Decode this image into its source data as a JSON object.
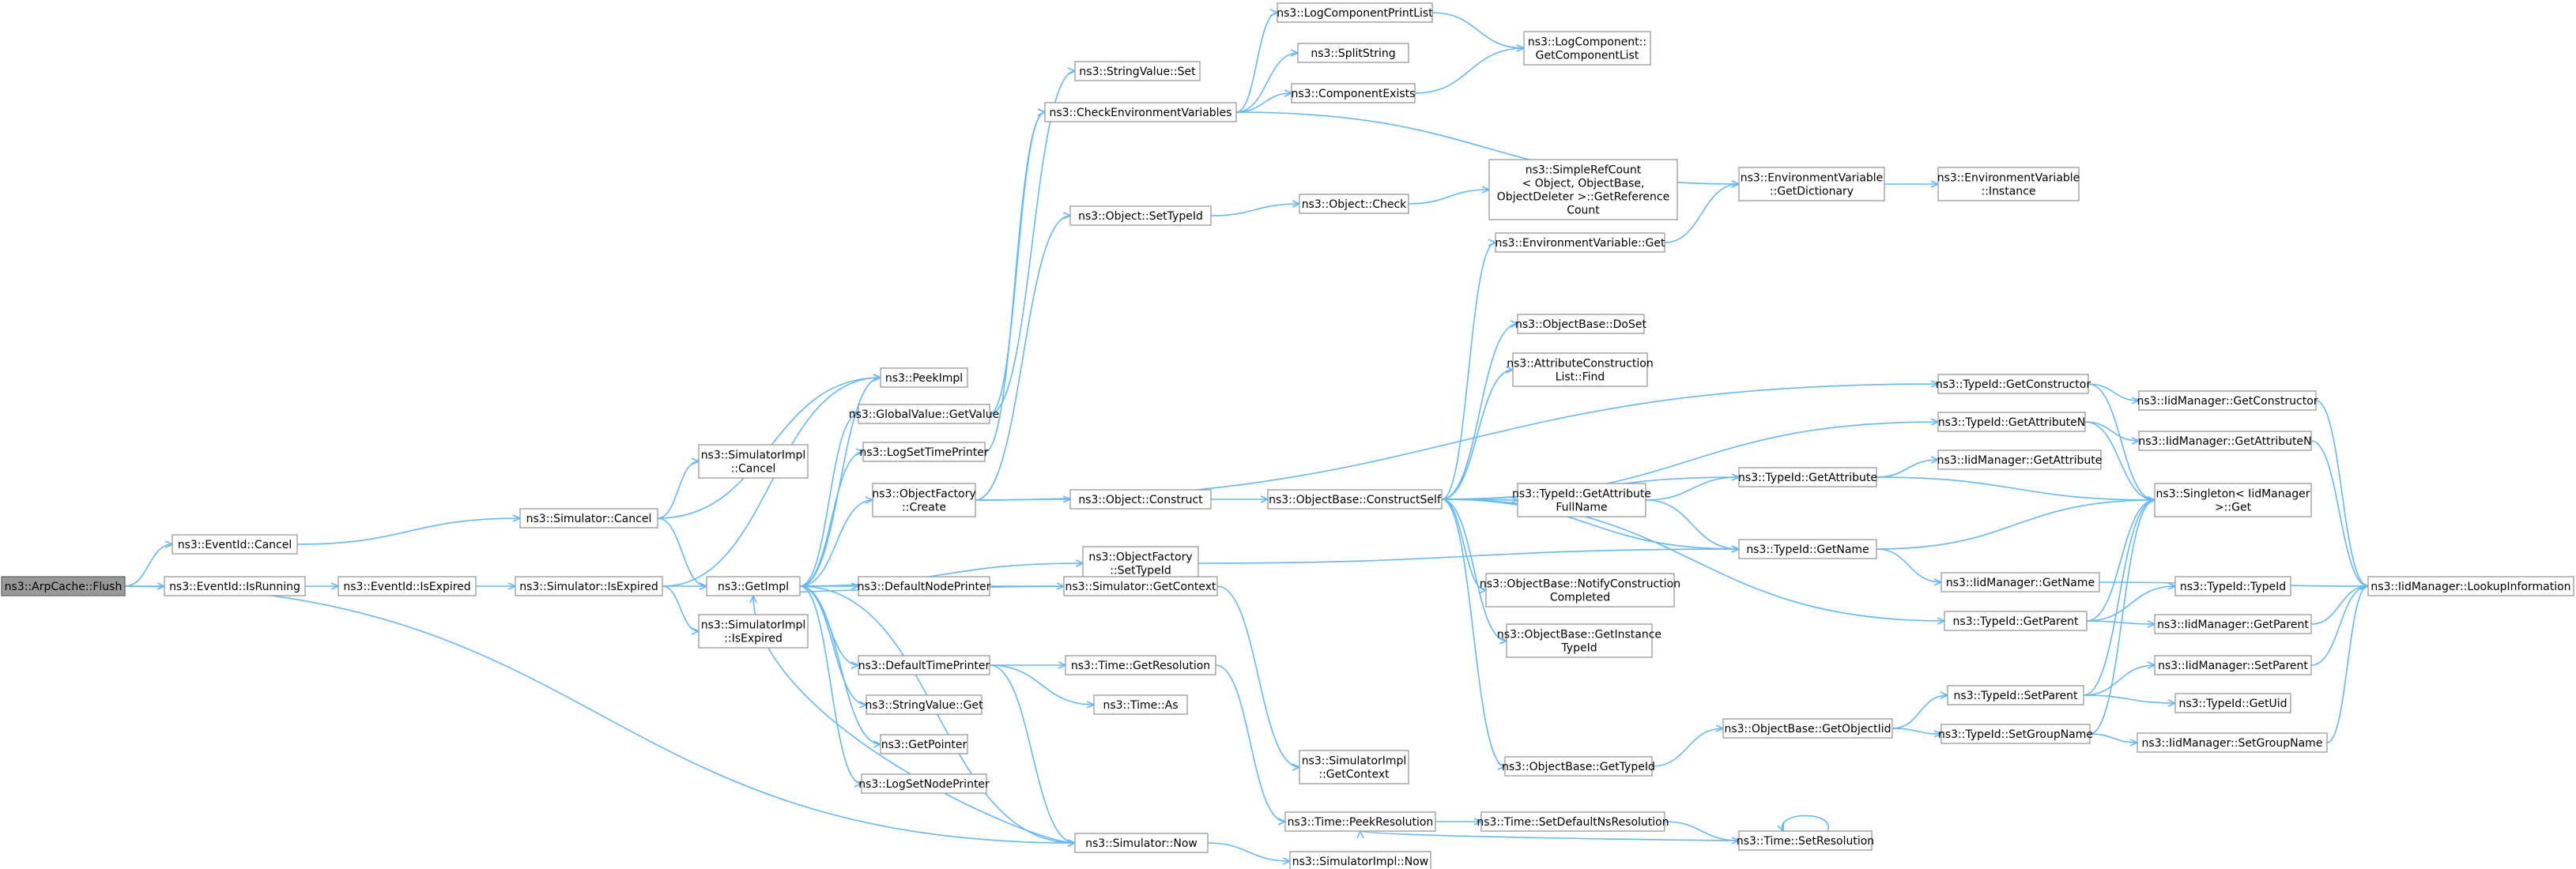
{
  "diagram": {
    "edge_color": "#63b8ff",
    "node_border": "#999999",
    "root_fill": "#999999",
    "nodes": [
      {
        "id": "flush",
        "lines": [
          "ns3::ArpCache::Flush"
        ],
        "root": true
      },
      {
        "id": "evcancel",
        "lines": [
          "ns3::EventId::Cancel"
        ]
      },
      {
        "id": "evrunning",
        "lines": [
          "ns3::EventId::IsRunning"
        ]
      },
      {
        "id": "evexpired",
        "lines": [
          "ns3::EventId::IsExpired"
        ]
      },
      {
        "id": "simcancel",
        "lines": [
          "ns3::Simulator::Cancel"
        ]
      },
      {
        "id": "simexpired",
        "lines": [
          "ns3::Simulator::IsExpired"
        ]
      },
      {
        "id": "simimplcancel",
        "lines": [
          "ns3::SimulatorImpl",
          "::Cancel"
        ]
      },
      {
        "id": "simimplexpired",
        "lines": [
          "ns3::SimulatorImpl",
          "::IsExpired"
        ]
      },
      {
        "id": "getimpl",
        "lines": [
          "ns3::GetImpl"
        ]
      },
      {
        "id": "peekimpl",
        "lines": [
          "ns3::PeekImpl"
        ]
      },
      {
        "id": "gvgetvalue",
        "lines": [
          "ns3::GlobalValue::GetValue"
        ]
      },
      {
        "id": "logsettime",
        "lines": [
          "ns3::LogSetTimePrinter"
        ]
      },
      {
        "id": "ofcreate",
        "lines": [
          "ns3::ObjectFactory",
          "::Create"
        ]
      },
      {
        "id": "defnodeprinter",
        "lines": [
          "ns3::DefaultNodePrinter"
        ]
      },
      {
        "id": "deftimeprinter",
        "lines": [
          "ns3::DefaultTimePrinter"
        ]
      },
      {
        "id": "svget",
        "lines": [
          "ns3::StringValue::Get"
        ]
      },
      {
        "id": "getpointer",
        "lines": [
          "ns3::GetPointer"
        ]
      },
      {
        "id": "logsetnode",
        "lines": [
          "ns3::LogSetNodePrinter"
        ]
      },
      {
        "id": "simnow",
        "lines": [
          "ns3::Simulator::Now"
        ]
      },
      {
        "id": "svset",
        "lines": [
          "ns3::StringValue::Set"
        ]
      },
      {
        "id": "checkenv",
        "lines": [
          "ns3::CheckEnvironmentVariables"
        ]
      },
      {
        "id": "objsettypeid",
        "lines": [
          "ns3::Object::SetTypeId"
        ]
      },
      {
        "id": "objconstruct",
        "lines": [
          "ns3::Object::Construct"
        ]
      },
      {
        "id": "ofsettypeid",
        "lines": [
          "ns3::ObjectFactory",
          "::SetTypeId"
        ]
      },
      {
        "id": "simgetcontext",
        "lines": [
          "ns3::Simulator::GetContext"
        ]
      },
      {
        "id": "timegetres",
        "lines": [
          "ns3::Time::GetResolution"
        ]
      },
      {
        "id": "timeas",
        "lines": [
          "ns3::Time::As"
        ]
      },
      {
        "id": "simimplgetctx",
        "lines": [
          "ns3::SimulatorImpl",
          "::GetContext"
        ]
      },
      {
        "id": "timepeekres",
        "lines": [
          "ns3::Time::PeekResolution"
        ]
      },
      {
        "id": "simimplnow",
        "lines": [
          "ns3::SimulatorImpl::Now"
        ]
      },
      {
        "id": "logcompprint",
        "lines": [
          "ns3::LogComponentPrintList"
        ]
      },
      {
        "id": "splitstring",
        "lines": [
          "ns3::SplitString"
        ]
      },
      {
        "id": "compexists",
        "lines": [
          "ns3::ComponentExists"
        ]
      },
      {
        "id": "objcheck",
        "lines": [
          "ns3::Object::Check"
        ]
      },
      {
        "id": "obconstructself",
        "lines": [
          "ns3::ObjectBase::ConstructSelf"
        ]
      },
      {
        "id": "timesetdefault",
        "lines": [
          "ns3::Time::SetDefaultNsResolution"
        ]
      },
      {
        "id": "timesetres",
        "lines": [
          "ns3::Time::SetResolution"
        ]
      },
      {
        "id": "logcompgetlist",
        "lines": [
          "ns3::LogComponent::",
          "GetComponentList"
        ]
      },
      {
        "id": "simplerefcount",
        "lines": [
          "ns3::SimpleRefCount",
          "< Object, ObjectBase,",
          "ObjectDeleter >::GetReference",
          "Count"
        ]
      },
      {
        "id": "envget",
        "lines": [
          "ns3::EnvironmentVariable::Get"
        ]
      },
      {
        "id": "obdoset",
        "lines": [
          "ns3::ObjectBase::DoSet"
        ]
      },
      {
        "id": "attrconstfind",
        "lines": [
          "ns3::AttributeConstruction",
          "List::Find"
        ]
      },
      {
        "id": "tidgetattrfull",
        "lines": [
          "ns3::TypeId::GetAttribute",
          "FullName"
        ]
      },
      {
        "id": "obnotify",
        "lines": [
          "ns3::ObjectBase::NotifyConstruction",
          "Completed"
        ]
      },
      {
        "id": "obgetinst",
        "lines": [
          "ns3::ObjectBase::GetInstance",
          "TypeId"
        ]
      },
      {
        "id": "obgettypeid",
        "lines": [
          "ns3::ObjectBase::GetTypeId"
        ]
      },
      {
        "id": "envgetdict",
        "lines": [
          "ns3::EnvironmentVariable",
          "::GetDictionary"
        ]
      },
      {
        "id": "tidgetattr",
        "lines": [
          "ns3::TypeId::GetAttribute"
        ]
      },
      {
        "id": "tidgetname",
        "lines": [
          "ns3::TypeId::GetName"
        ]
      },
      {
        "id": "obgetobjectiid",
        "lines": [
          "ns3::ObjectBase::GetObjectIid"
        ]
      },
      {
        "id": "envinstance",
        "lines": [
          "ns3::EnvironmentVariable",
          "::Instance"
        ]
      },
      {
        "id": "tidgetctor",
        "lines": [
          "ns3::TypeId::GetConstructor"
        ]
      },
      {
        "id": "tidgetattrn",
        "lines": [
          "ns3::TypeId::GetAttributeN"
        ]
      },
      {
        "id": "iidgetattr",
        "lines": [
          "ns3::IidManager::GetAttribute"
        ]
      },
      {
        "id": "iidgetname",
        "lines": [
          "ns3::IidManager::GetName"
        ]
      },
      {
        "id": "tidgetparent",
        "lines": [
          "ns3::TypeId::GetParent"
        ]
      },
      {
        "id": "tidsetparent",
        "lines": [
          "ns3::TypeId::SetParent"
        ]
      },
      {
        "id": "tidsetgroup",
        "lines": [
          "ns3::TypeId::SetGroupName"
        ]
      },
      {
        "id": "iidgetctor",
        "lines": [
          "ns3::IidManager::GetConstructor"
        ]
      },
      {
        "id": "iidgetattrn",
        "lines": [
          "ns3::IidManager::GetAttributeN"
        ]
      },
      {
        "id": "singletonget",
        "lines": [
          "ns3::Singleton< IidManager",
          ">::Get"
        ]
      },
      {
        "id": "tidtypeid",
        "lines": [
          "ns3::TypeId::TypeId"
        ]
      },
      {
        "id": "iidgetparent",
        "lines": [
          "ns3::IidManager::GetParent"
        ]
      },
      {
        "id": "iidsetparent",
        "lines": [
          "ns3::IidManager::SetParent"
        ]
      },
      {
        "id": "tidgetuid",
        "lines": [
          "ns3::TypeId::GetUid"
        ]
      },
      {
        "id": "iidsetgroup",
        "lines": [
          "ns3::IidManager::SetGroupName"
        ]
      },
      {
        "id": "iidlookup",
        "lines": [
          "ns3::IidManager::LookupInformation"
        ]
      }
    ],
    "edges": [
      [
        "flush",
        "evcancel"
      ],
      [
        "flush",
        "evrunning"
      ],
      [
        "flush",
        "simnow"
      ],
      [
        "evcancel",
        "simcancel"
      ],
      [
        "evrunning",
        "evexpired"
      ],
      [
        "evexpired",
        "simexpired"
      ],
      [
        "simcancel",
        "simimplcancel"
      ],
      [
        "simcancel",
        "getimpl"
      ],
      [
        "simcancel",
        "peekimpl"
      ],
      [
        "simexpired",
        "getimpl"
      ],
      [
        "simexpired",
        "simimplexpired"
      ],
      [
        "simexpired",
        "peekimpl"
      ],
      [
        "getimpl",
        "peekimpl"
      ],
      [
        "getimpl",
        "gvgetvalue"
      ],
      [
        "getimpl",
        "logsettime"
      ],
      [
        "getimpl",
        "ofcreate"
      ],
      [
        "getimpl",
        "ofsettypeid"
      ],
      [
        "getimpl",
        "defnodeprinter"
      ],
      [
        "getimpl",
        "deftimeprinter"
      ],
      [
        "getimpl",
        "svget"
      ],
      [
        "getimpl",
        "getpointer"
      ],
      [
        "getimpl",
        "logsetnode"
      ],
      [
        "getimpl",
        "simnow"
      ],
      [
        "gvgetvalue",
        "svset"
      ],
      [
        "gvgetvalue",
        "checkenv"
      ],
      [
        "logsettime",
        "checkenv"
      ],
      [
        "ofcreate",
        "objsettypeid"
      ],
      [
        "ofcreate",
        "objconstruct"
      ],
      [
        "ofcreate",
        "tidgetctor"
      ],
      [
        "ofsettypeid",
        "tidgetname"
      ],
      [
        "defnodeprinter",
        "simgetcontext"
      ],
      [
        "simgetcontext",
        "getimpl"
      ],
      [
        "simgetcontext",
        "simimplgetctx"
      ],
      [
        "deftimeprinter",
        "timegetres"
      ],
      [
        "deftimeprinter",
        "timeas"
      ],
      [
        "deftimeprinter",
        "simnow"
      ],
      [
        "timegetres",
        "timepeekres"
      ],
      [
        "simnow",
        "getimpl"
      ],
      [
        "simnow",
        "simimplnow"
      ],
      [
        "checkenv",
        "logcompprint"
      ],
      [
        "checkenv",
        "splitstring"
      ],
      [
        "checkenv",
        "compexists"
      ],
      [
        "checkenv",
        "envgetdict"
      ],
      [
        "logcompprint",
        "logcompgetlist"
      ],
      [
        "compexists",
        "logcompgetlist"
      ],
      [
        "envget",
        "envgetdict"
      ],
      [
        "envgetdict",
        "envinstance"
      ],
      [
        "objsettypeid",
        "objcheck"
      ],
      [
        "objcheck",
        "simplerefcount"
      ],
      [
        "objconstruct",
        "obconstructself"
      ],
      [
        "obconstructself",
        "envget"
      ],
      [
        "obconstructself",
        "obdoset"
      ],
      [
        "obconstructself",
        "attrconstfind"
      ],
      [
        "obconstructself",
        "tidgetattrn"
      ],
      [
        "obconstructself",
        "tidgetattr"
      ],
      [
        "obconstructself",
        "tidgetattrfull"
      ],
      [
        "obconstructself",
        "tidgetname"
      ],
      [
        "obconstructself",
        "obnotify"
      ],
      [
        "obconstructself",
        "obgetinst"
      ],
      [
        "obconstructself",
        "tidgetparent"
      ],
      [
        "obconstructself",
        "obgettypeid"
      ],
      [
        "tidgetattrfull",
        "tidgetattr"
      ],
      [
        "tidgetattrfull",
        "tidgetname"
      ],
      [
        "obgettypeid",
        "obgetobjectiid"
      ],
      [
        "obgetobjectiid",
        "tidsetparent"
      ],
      [
        "obgetobjectiid",
        "tidsetgroup"
      ],
      [
        "tidgetattr",
        "iidgetattr"
      ],
      [
        "tidgetattr",
        "singletonget"
      ],
      [
        "tidgetname",
        "iidgetname"
      ],
      [
        "tidgetname",
        "singletonget"
      ],
      [
        "tidgetctor",
        "iidgetctor"
      ],
      [
        "tidgetctor",
        "singletonget"
      ],
      [
        "tidgetattrn",
        "iidgetattrn"
      ],
      [
        "tidgetattrn",
        "singletonget"
      ],
      [
        "tidgetparent",
        "tidtypeid"
      ],
      [
        "tidgetparent",
        "iidgetparent"
      ],
      [
        "tidgetparent",
        "singletonget"
      ],
      [
        "tidsetparent",
        "iidsetparent"
      ],
      [
        "tidsetparent",
        "tidgetuid"
      ],
      [
        "tidsetparent",
        "singletonget"
      ],
      [
        "tidsetgroup",
        "iidsetgroup"
      ],
      [
        "tidsetgroup",
        "singletonget"
      ],
      [
        "iidgetctor",
        "iidlookup"
      ],
      [
        "iidgetattrn",
        "iidlookup"
      ],
      [
        "iidgetname",
        "iidlookup"
      ],
      [
        "iidgetparent",
        "iidlookup"
      ],
      [
        "iidsetparent",
        "iidlookup"
      ],
      [
        "iidsetgroup",
        "iidlookup"
      ],
      [
        "timepeekres",
        "timesetdefault"
      ],
      [
        "timesetdefault",
        "timesetres"
      ],
      [
        "timesetres",
        "timesetres"
      ],
      [
        "timesetres",
        "timepeekres"
      ]
    ]
  }
}
